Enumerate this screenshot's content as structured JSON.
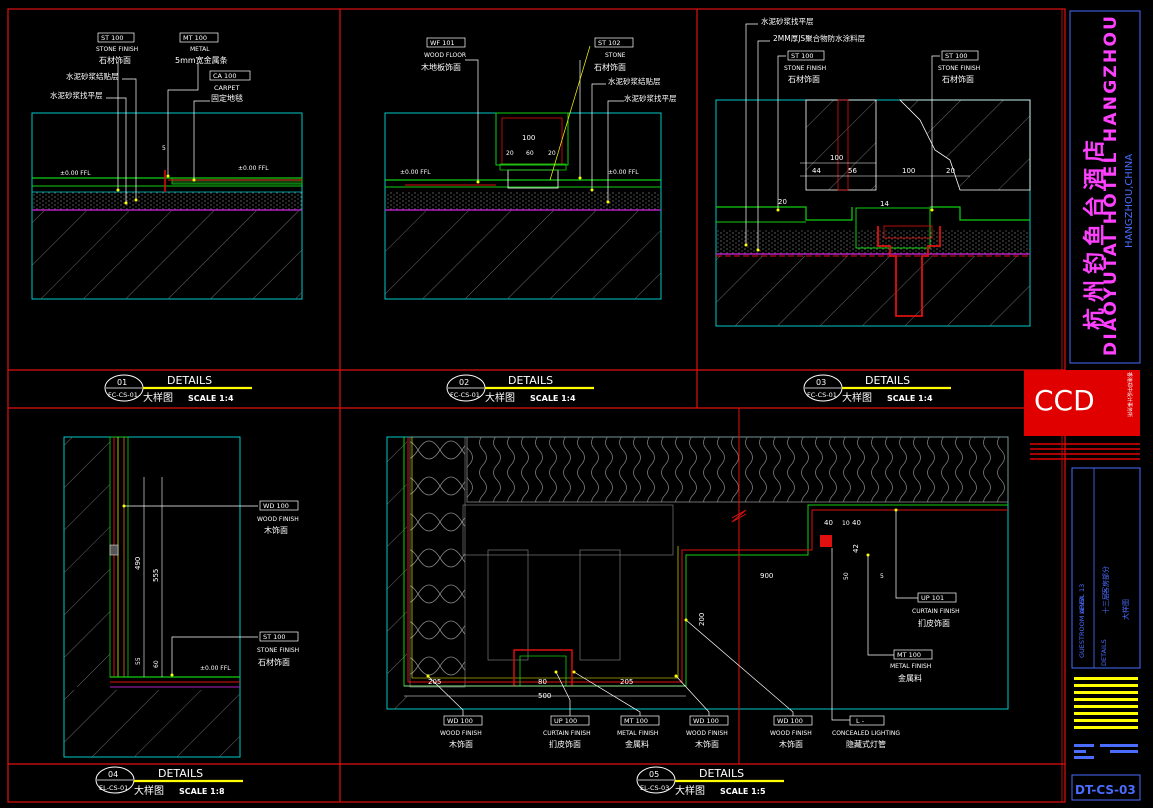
{
  "colors": {
    "background": "#000000",
    "frame": "#e01010",
    "text_white": "#ffffff",
    "text_yellow": "#ffff00",
    "outline_cyan": "#00c8c8",
    "finish_green": "#10d010",
    "membrane_purple": "#b020c0",
    "brand_red": "#e00000",
    "title_magenta": "#ff40ff",
    "title_blue": "#4a6cff"
  },
  "details": [
    {
      "number": "01",
      "sheet": "FC-CS-01",
      "title": "DETAILS",
      "subtitle": "大样图",
      "scale_label": "SCALE 1:4",
      "labels": {
        "st": "ST 100",
        "st_en": "STONE FINISH",
        "st_cn": "石材饰面",
        "mt": "MT 100",
        "mt_en": "METAL",
        "mt_cn": "5mm宽金属条",
        "ca": "CA 100",
        "ca_en": "CARPET",
        "ca_cn": "固定地毯",
        "mortar_bond": "水泥砂浆结贴层",
        "mortar_level": "水泥砂浆找平层",
        "ffl_left": "±0.00 FFL",
        "ffl_right": "±0.00 FFL",
        "dim_5": "5"
      }
    },
    {
      "number": "02",
      "sheet": "FC-CS-01",
      "title": "DETAILS",
      "subtitle": "大样图",
      "scale_label": "SCALE 1:4",
      "labels": {
        "wf": "WF 101",
        "wf_en": "WOOD FLOOR",
        "wf_cn": "木地板饰面",
        "st": "ST 102",
        "st_en": "STONE",
        "st_cn": "石材饰面",
        "mortar_bond": "水泥砂浆结贴层",
        "mortar_level": "水泥砂浆找平层",
        "ffl_left": "±0.00 FFL",
        "ffl_right": "±0.00 FFL",
        "dim_100": "100",
        "dim_20a": "20",
        "dim_60": "60",
        "dim_20b": "20"
      }
    },
    {
      "number": "03",
      "sheet": "FC-CS-01",
      "title": "DETAILS",
      "subtitle": "大样图",
      "scale_label": "SCALE 1:4",
      "labels": {
        "mortar_level": "水泥砂浆找平层",
        "waterproof": "2MM厚JS聚合物防水涂料层",
        "st_left": "ST 100",
        "st_left_en": "STONE FINISH",
        "st_left_cn": "石材饰面",
        "st_right": "ST 100",
        "st_right_en": "STONE FINISH",
        "st_right_cn": "石材饰面",
        "dim_100a": "100",
        "dim_44": "44",
        "dim_56": "56",
        "dim_100b": "100",
        "dim_20a": "20",
        "dim_20b": "20",
        "dim_14": "14"
      }
    },
    {
      "number": "04",
      "sheet": "EL-CS-01",
      "title": "DETAILS",
      "subtitle": "大样图",
      "scale_label": "SCALE 1:8",
      "labels": {
        "wd": "WD 100",
        "wd_en": "WOOD FINISH",
        "wd_cn": "木饰面",
        "st": "ST 100",
        "st_en": "STONE FINISH",
        "st_cn": "石材饰面",
        "ffl": "±0.00 FFL",
        "dim_490": "490",
        "dim_555": "555",
        "dim_55": "55",
        "dim_60": "60"
      }
    },
    {
      "number": "05",
      "sheet": "EL-CS-03",
      "title": "DETAILS",
      "subtitle": "大样图",
      "scale_label": "SCALE 1:5",
      "labels": {
        "dim_205a": "205",
        "dim_80": "80",
        "dim_205b": "205",
        "dim_500": "500",
        "dim_200": "200",
        "dim_900": "900",
        "dim_40a": "40",
        "dim_10": "10",
        "dim_40b": "40",
        "dim_42": "42",
        "dim_50": "50",
        "dim_5": "5",
        "up_right": "UP 101",
        "up_right_en": "CURTAIN FINISH",
        "up_right_cn": "扪皮饰面",
        "mt_right": "MT 100",
        "mt_right_en": "METAL FINISH",
        "mt_right_cn": "金属料",
        "b1": "WD 100",
        "b1_en": "WOOD FINISH",
        "b1_cn": "木饰面",
        "b2": "UP 100",
        "b2_en": "CURTAIN FINISH",
        "b2_cn": "扪皮饰面",
        "b3": "MT 100",
        "b3_en": "METAL FINISH",
        "b3_cn": "金属料",
        "b4": "WD 100",
        "b4_en": "WOOD FINISH",
        "b4_cn": "木饰面",
        "b5": "WD 100",
        "b5_en": "WOOD FINISH",
        "b5_cn": "木饰面",
        "b6": "L -",
        "b6_en": "CONCEALED LIGHTING",
        "b6_cn": "隐藏式灯管"
      }
    }
  ],
  "title_block": {
    "hotel_cn": "杭州钓鱼台酒店",
    "hotel_en": "DIAOYUTAI HOTEL HANGZHOU",
    "location": "HANGZHOU,CHINA",
    "firm_logo": "CCD",
    "firm_small": "香港郑中设计事务所",
    "area_label": "GUESTROOM AREA",
    "area_cn": "客房部分",
    "level_label": "LEVEL 13",
    "level_cn": "十三层",
    "drawing_label": "DETAILS",
    "drawing_cn": "大样图",
    "sheet_number": "DT-CS-03"
  }
}
